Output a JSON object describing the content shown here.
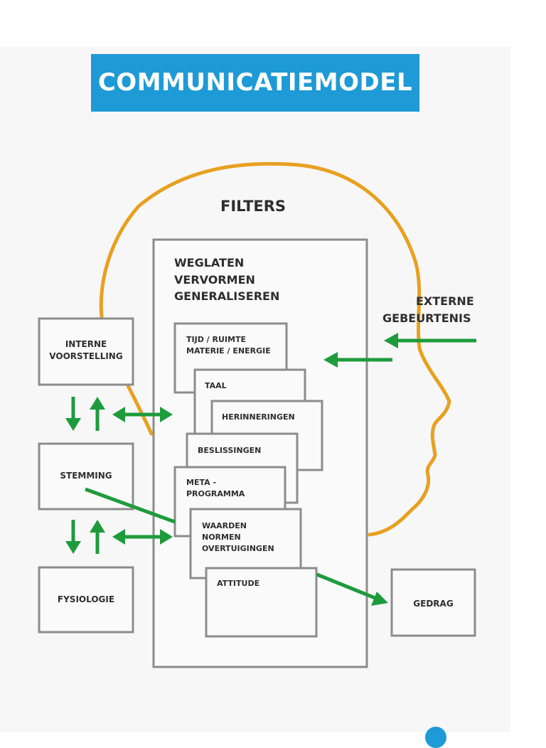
{
  "title": "COMMUNICATIEMODEL",
  "filters_heading": "FILTERS",
  "filter_processes": [
    "WEGLATEN",
    "VERVORMEN",
    "GENERALISEREN"
  ],
  "external": [
    "EXTERNE",
    "GEBEURTENIS"
  ],
  "left_boxes": {
    "interne": [
      "INTERNE",
      "VOORSTELLING"
    ],
    "stemming": "STEMMING",
    "fysiologie": "FYSIOLOGIE"
  },
  "gedrag": "GEDRAG",
  "stack_cards": {
    "tijd": [
      "TIJD / RUIMTE",
      "MATERIE / ENERGIE"
    ],
    "taal": "TAAL",
    "herinneringen": "HERINNERINGEN",
    "beslissingen": "BESLISSINGEN",
    "meta": [
      "META -",
      "PROGRAMMA"
    ],
    "waarden": [
      "WAARDEN",
      "NORMEN",
      "OVERTUIGINGEN"
    ],
    "attitude": "ATTITUDE"
  },
  "colors": {
    "title_bar": "#1e9ad6",
    "head_outline": "#e8a020",
    "arrows": "#1e9b3c",
    "box_border": "#8c8c8c"
  }
}
